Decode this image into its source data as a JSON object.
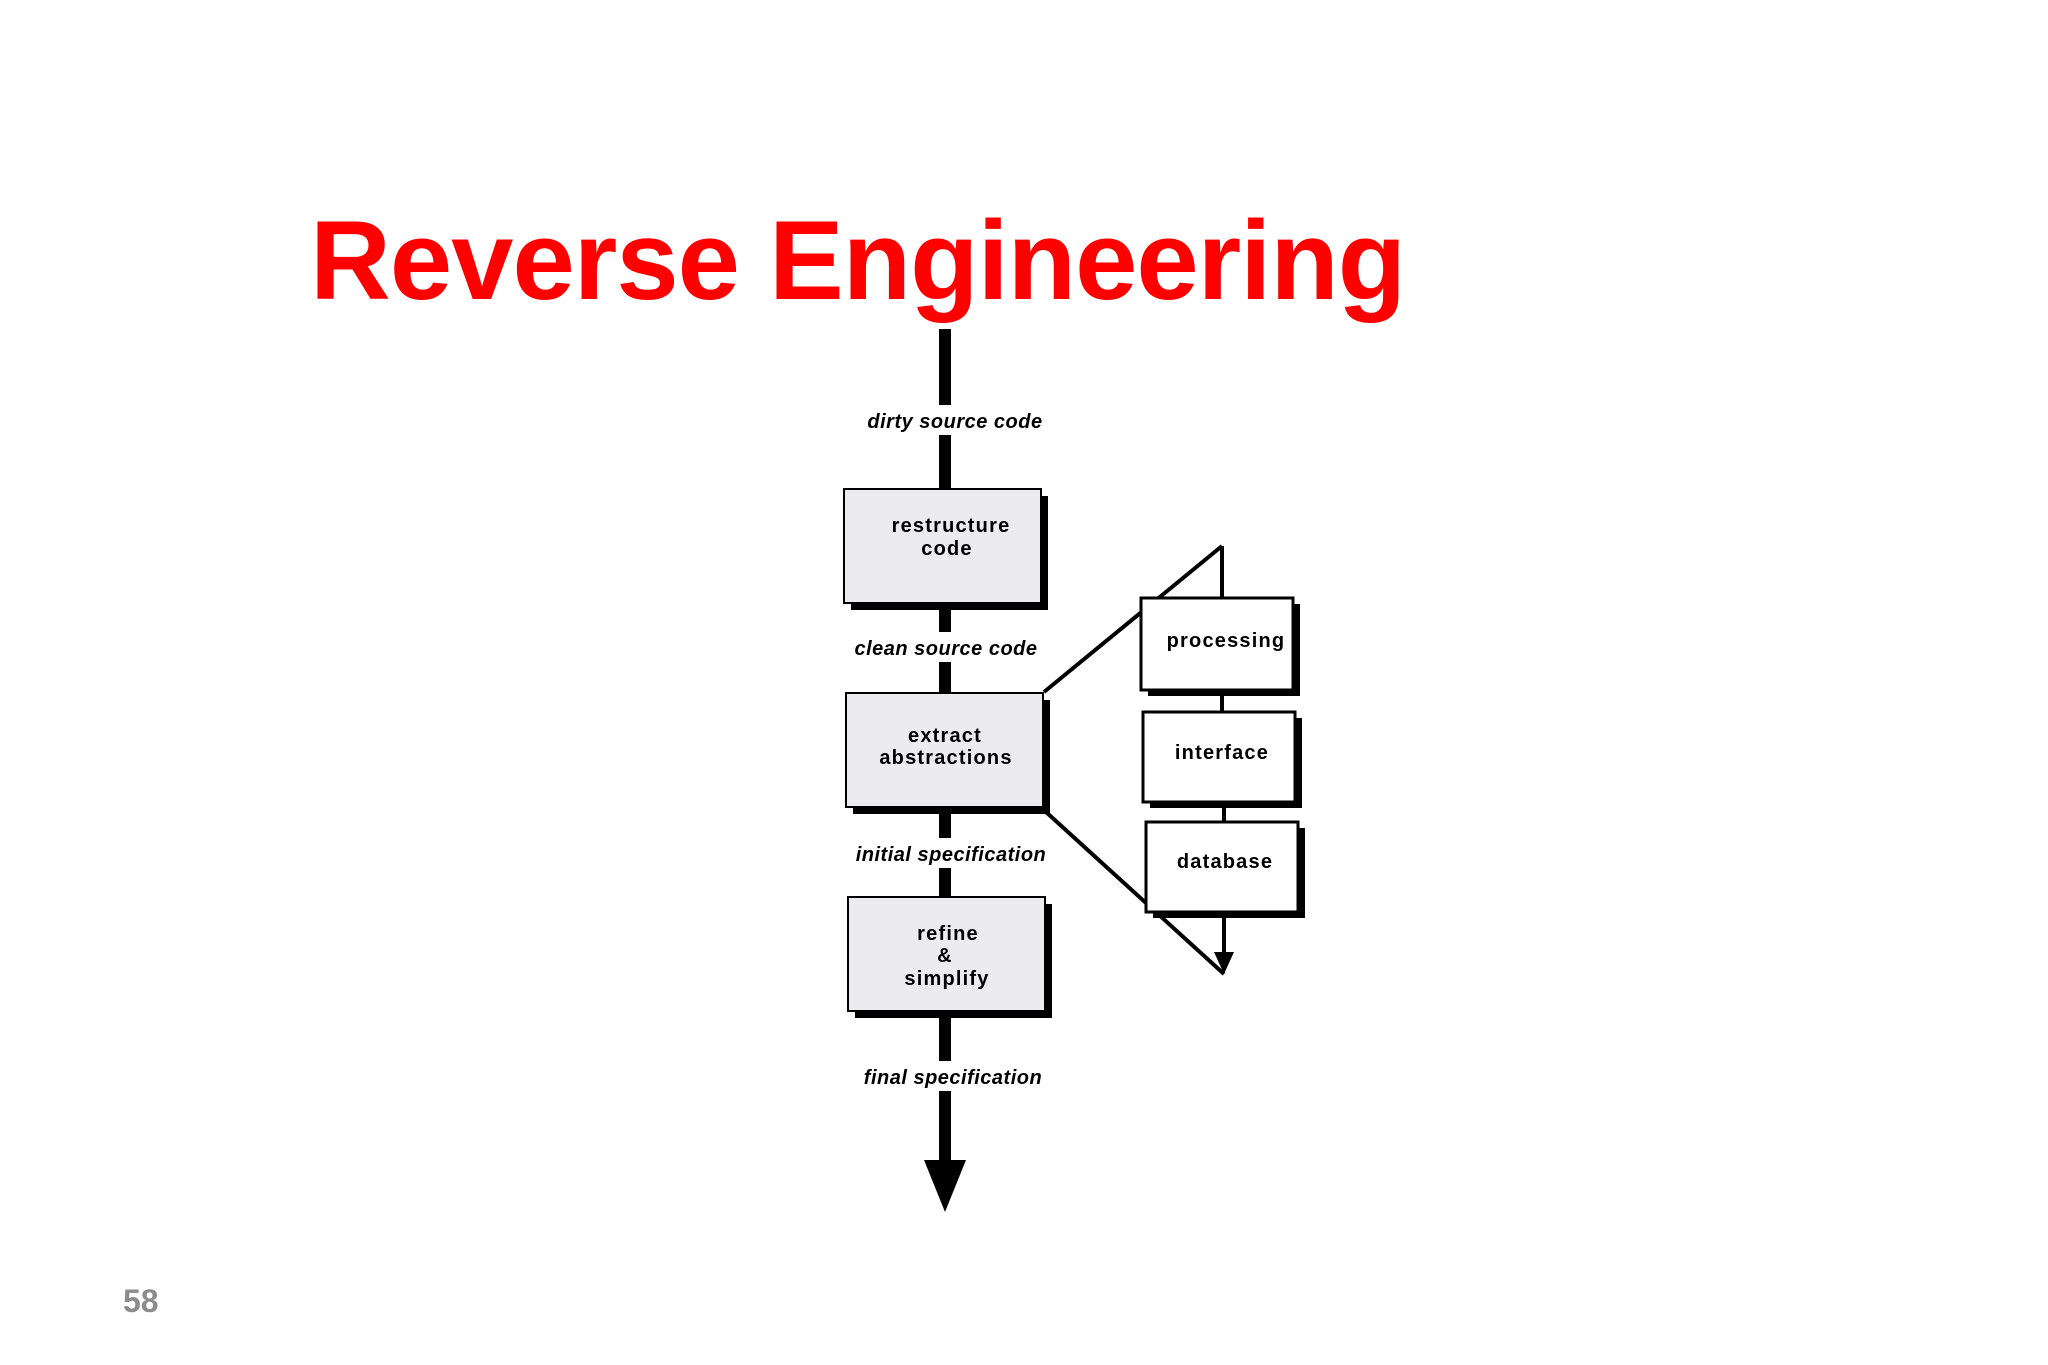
{
  "title": "Reverse Engineering",
  "page_number": "58",
  "colors": {
    "title": "#ff0000",
    "page_number": "#8c8c8c",
    "process_box_fill": "#ececef",
    "abstraction_box_fill": "#ffffff",
    "stroke": "#000000"
  },
  "flow_labels": {
    "dirty": "dirty source code",
    "clean": "clean source code",
    "initial": "initial specification",
    "final": "final specification"
  },
  "process_steps": {
    "restructure": [
      "restructure",
      "code"
    ],
    "extract": [
      "extract",
      "abstractions"
    ],
    "refine": [
      "refine",
      "&",
      "simplify"
    ]
  },
  "abstractions": {
    "processing": "processing",
    "interface": "interface",
    "database": "database"
  }
}
